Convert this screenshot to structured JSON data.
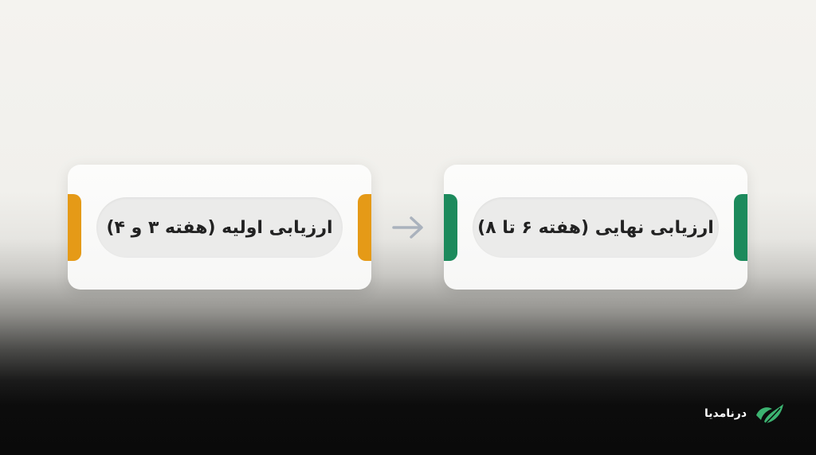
{
  "steps": [
    {
      "label": "ارزیابی اولیه (هفته ۳ و ۴)"
    },
    {
      "label": "ارزیابی نهایی (هفته ۶ تا ۸)"
    }
  ],
  "brand": {
    "name": "درنامدیا"
  },
  "colors": {
    "step1_accent": "#e59a17",
    "step2_accent": "#1c8a5c",
    "arrow": "#aab2bd",
    "logo_green": "#3cb371"
  },
  "icons": {
    "connector": "arrow-right-icon",
    "brand": "leaf-logo-icon"
  }
}
